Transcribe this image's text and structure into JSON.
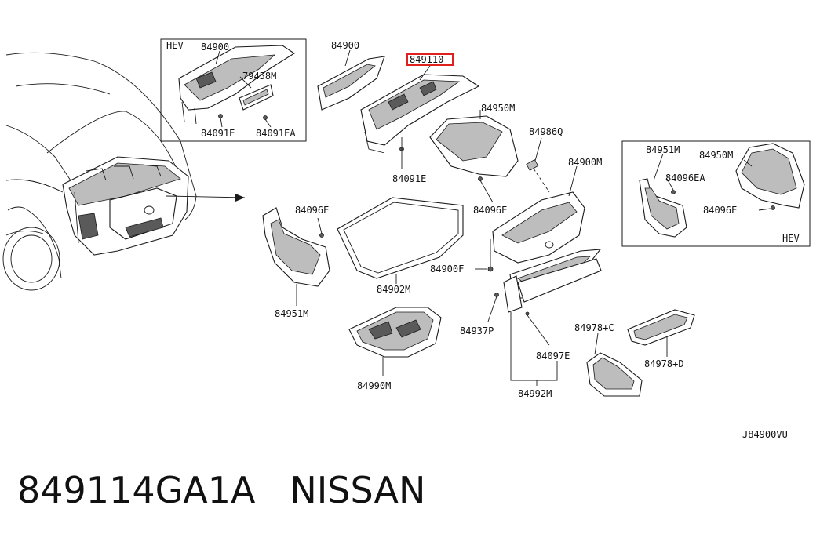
{
  "diagram_code": "J84900VU",
  "caption": {
    "part_number": "849114GA1A",
    "brand": "NISSAN"
  },
  "highlight_color": "#e0201c",
  "hev_label_left": "HEV",
  "hev_label_right": "HEV",
  "labels": {
    "l84900_hev": "84900",
    "l79458m": "79458M",
    "l84091e_hev": "84091E",
    "l84091ea": "84091EA",
    "l84900_top": "84900",
    "l849110": "849110",
    "l84950m": "84950M",
    "l84986q": "84986Q",
    "l84091e_mid": "84091E",
    "l84900m": "84900M",
    "l84096e_left": "84096E",
    "l84096e_mid": "84096E",
    "l84900f": "84900F",
    "l84902m": "84902M",
    "l84951m": "84951M",
    "l84951m_hev": "84951M",
    "l84950m_hev": "84950M",
    "l84096ea_hev": "84096EA",
    "l84096e_hev": "84096E",
    "l84990m": "84990M",
    "l84937p": "84937P",
    "l84097e": "84097E",
    "l84992m": "84992M",
    "l84978c": "84978+C",
    "l84978d": "84978+D"
  }
}
